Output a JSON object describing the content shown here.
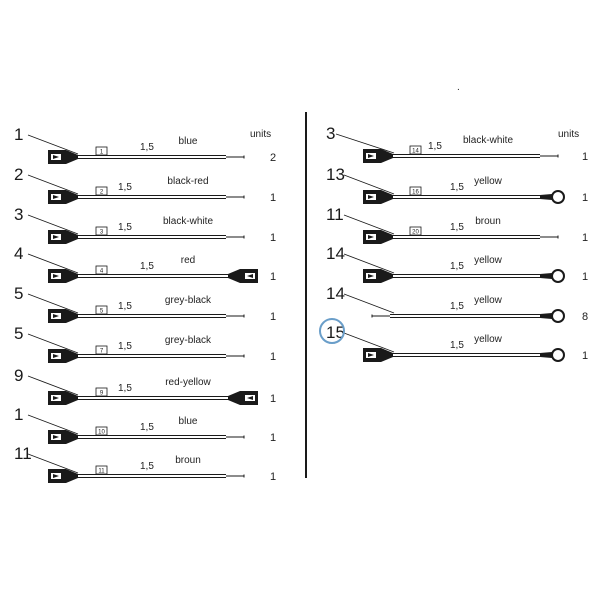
{
  "units_label": "units",
  "dot": ".",
  "colors": {
    "line": "#1a1a1a",
    "wire": "#222222",
    "highlight": "#6a9ec9"
  },
  "left_column": [
    {
      "callout": "1",
      "tag": "1",
      "cross_section": "1,5",
      "color": "blue",
      "end": "bare",
      "qty": "2"
    },
    {
      "callout": "2",
      "tag": "2",
      "cross_section": "1,5",
      "color": "black-red",
      "end": "bare",
      "qty": "1"
    },
    {
      "callout": "3",
      "tag": "3",
      "cross_section": "1,5",
      "color": "black-white",
      "end": "bare",
      "qty": "1"
    },
    {
      "callout": "4",
      "tag": "4",
      "cross_section": "1,5",
      "color": "red",
      "end": "connector",
      "qty": "1"
    },
    {
      "callout": "5",
      "tag": "5",
      "cross_section": "1,5",
      "color": "grey-black",
      "end": "bare",
      "qty": "1"
    },
    {
      "callout": "5",
      "tag": "7",
      "cross_section": "1,5",
      "color": "grey-black",
      "end": "bare",
      "qty": "1"
    },
    {
      "callout": "9",
      "tag": "9",
      "cross_section": "1,5",
      "color": "red-yellow",
      "end": "connector",
      "qty": "1"
    },
    {
      "callout": "1",
      "tag": "10",
      "cross_section": "1,5",
      "color": "blue",
      "end": "bare",
      "qty": "1"
    },
    {
      "callout": "11",
      "tag": "11",
      "cross_section": "1,5",
      "color": "broun",
      "end": "bare",
      "qty": "1"
    }
  ],
  "right_column": [
    {
      "callout": "3",
      "tag": "14",
      "cross_section": "1,5",
      "color": "black-white",
      "start": "connector",
      "end": "bare",
      "qty": "1",
      "highlight": false
    },
    {
      "callout": "13",
      "tag": "16",
      "cross_section": "1,5",
      "color": "yellow",
      "start": "connector",
      "end": "ring",
      "qty": "1",
      "highlight": false
    },
    {
      "callout": "11",
      "tag": "20",
      "cross_section": "1,5",
      "color": "broun",
      "start": "connector",
      "end": "bare",
      "qty": "1",
      "highlight": false
    },
    {
      "callout": "14",
      "tag": "",
      "cross_section": "1,5",
      "color": "yellow",
      "start": "connector",
      "end": "ring",
      "qty": "1",
      "highlight": false
    },
    {
      "callout": "14",
      "tag": "",
      "cross_section": "1,5",
      "color": "yellow",
      "start": "bare",
      "end": "ring",
      "qty": "8",
      "highlight": false
    },
    {
      "callout": "15",
      "tag": "",
      "cross_section": "1,5",
      "color": "yellow",
      "start": "connector",
      "end": "ring",
      "qty": "1",
      "highlight": true
    }
  ]
}
